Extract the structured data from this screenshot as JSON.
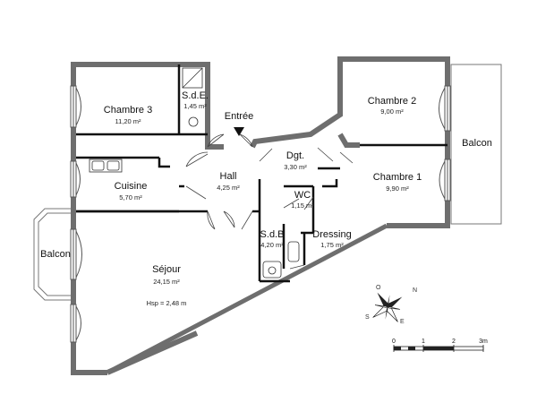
{
  "rooms": {
    "chambre3": {
      "name": "Chambre 3",
      "area": "11,20 m²"
    },
    "sde": {
      "name": "S.d.E.",
      "area": "1,45 m²"
    },
    "entree": {
      "name": "Entrée"
    },
    "chambre2": {
      "name": "Chambre 2",
      "area": "9,00 m²"
    },
    "balcon_right": {
      "name": "Balcon"
    },
    "dgt": {
      "name": "Dgt.",
      "area": "3,30 m²"
    },
    "hall": {
      "name": "Hall",
      "area": "4,25 m²"
    },
    "cuisine": {
      "name": "Cuisine",
      "area": "5,70 m²"
    },
    "chambre1": {
      "name": "Chambre 1",
      "area": "9,90 m²"
    },
    "wc": {
      "name": "WC",
      "area": "1,15 m²"
    },
    "sdb": {
      "name": "S.d.B",
      "area": "4,20 m²"
    },
    "dressing": {
      "name": "Dressing",
      "area": "1,75 m²"
    },
    "balcon_left": {
      "name": "Balcon"
    },
    "sejour": {
      "name": "Séjour",
      "area": "24,15 m²",
      "hsp": "Hsp = 2,48 m"
    }
  },
  "scale": {
    "ticks": [
      "0",
      "1",
      "2",
      "3m"
    ]
  },
  "compass": {
    "n": "N",
    "e": "E",
    "s": "S",
    "o": "O"
  },
  "colors": {
    "wall": "#6e6e6e",
    "line": "#222222"
  }
}
